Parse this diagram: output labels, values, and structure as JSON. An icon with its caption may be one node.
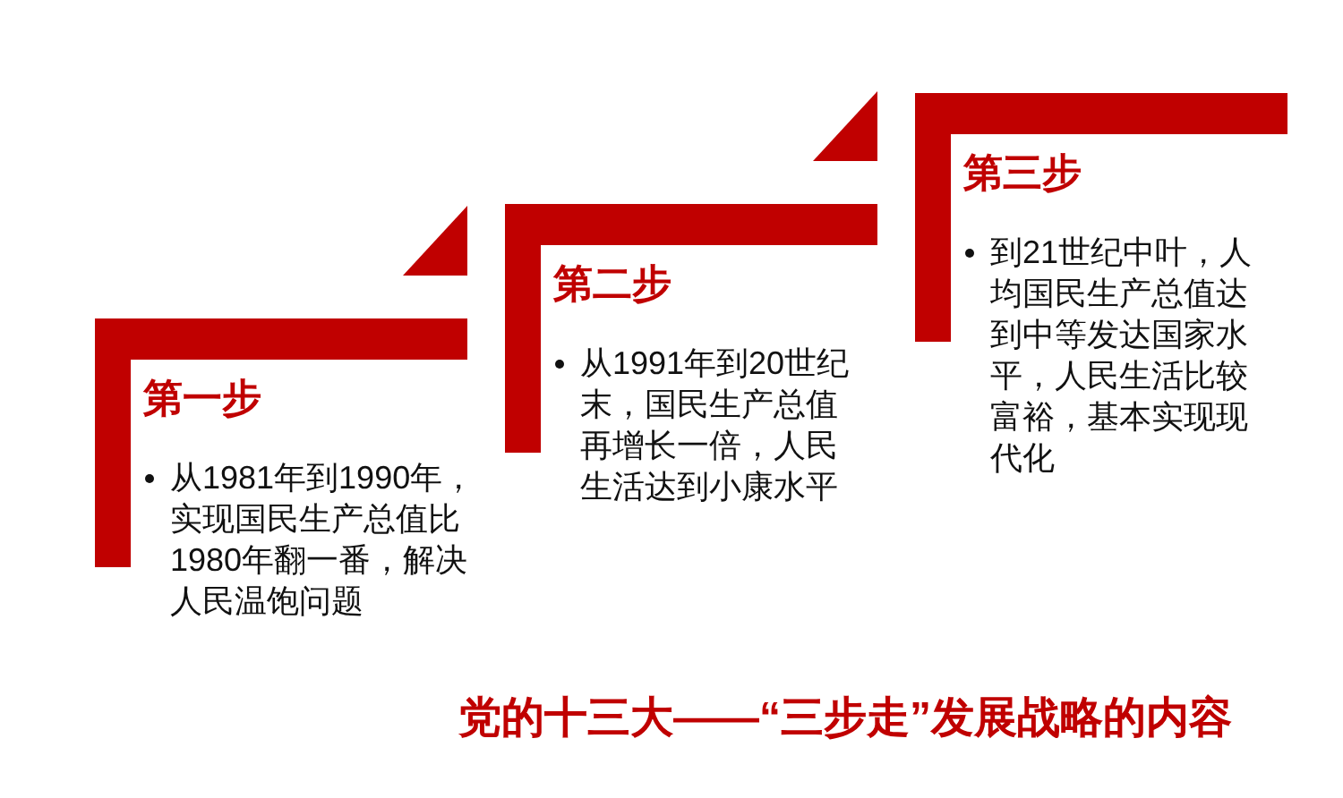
{
  "diagram": {
    "title": "党的十三大——“三步走”发展战略的内容",
    "nodes": [
      {
        "text": [
          "第一步",
          "从1981年到1990年，实现国民生产总值比1980年翻一番，解决人民温饱问题"
        ]
      },
      {
        "text": [
          "第二步",
          "从1991年到20世纪末，国民生产总值再增长一倍，人民生活达到小康水平"
        ]
      },
      {
        "text": [
          "第三步",
          "到21世纪中叶，人均国民生产总值达到中等发达国家水平，人民生活比较富裕，基本实现现代化"
        ]
      }
    ]
  }
}
